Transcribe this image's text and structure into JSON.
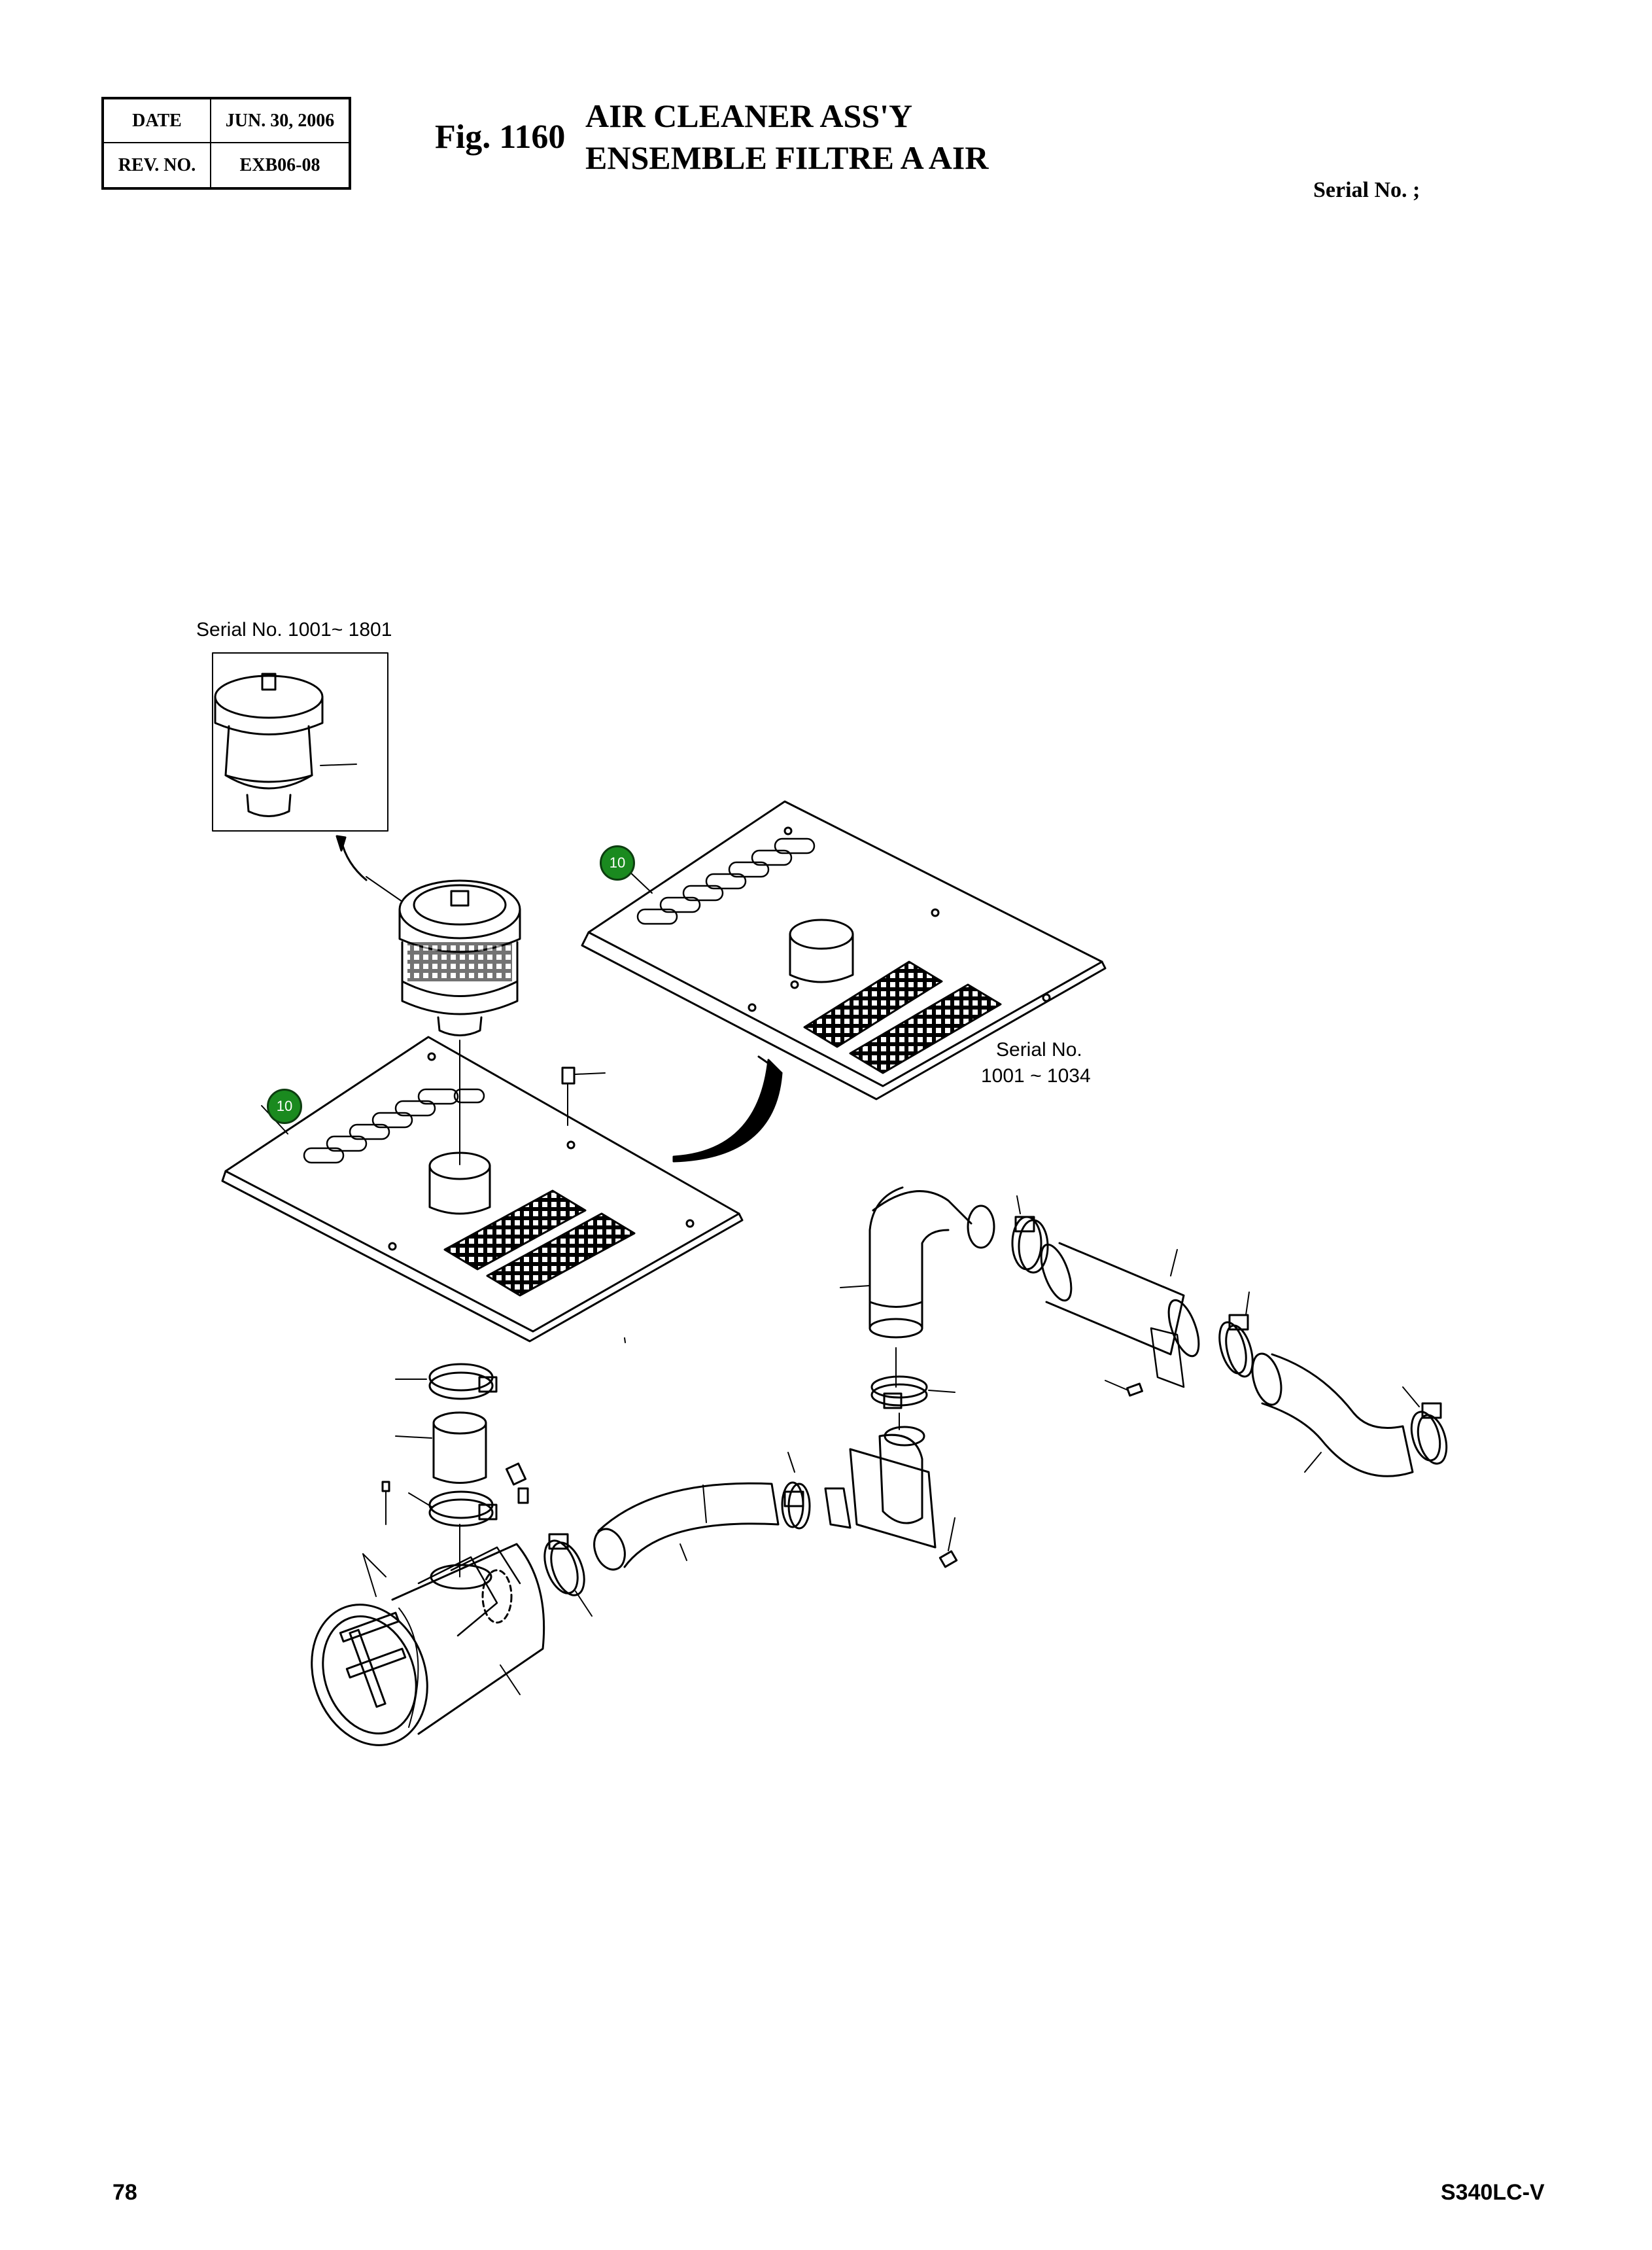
{
  "revision": {
    "date_label": "DATE",
    "date_value": "JUN. 30, 2006",
    "rev_label": "REV. NO.",
    "rev_value": "EXB06-08"
  },
  "figure": {
    "label": "Fig. 1160",
    "title_en": "AIR CLEANER ASS'Y",
    "title_fr": "ENSEMBLE FILTRE A AIR"
  },
  "serial_header": "Serial No. ;",
  "notes": {
    "inset_serial": "Serial No. 1001~ 1801",
    "panel_serial_line1": "Serial No.",
    "panel_serial_line2": "1001 ~ 1034"
  },
  "callouts": [
    "10",
    "10"
  ],
  "footer": {
    "page_number": "78",
    "model": "S340LC-V"
  }
}
